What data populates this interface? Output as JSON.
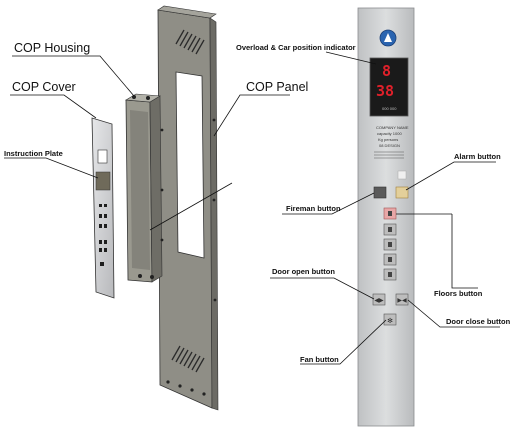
{
  "labels": {
    "cop_housing": "COP Housing",
    "cop_cover": "COP Cover",
    "cop_panel": "COP Panel",
    "instruction_plate": "Instruction Plate",
    "overload_indicator": "Overload & Car position indicator",
    "alarm_button": "Alarm button",
    "fireman_button": "Fireman button",
    "door_open_button": "Door open button",
    "floors_button": "Floors button",
    "door_close_button": "Door close button",
    "fan_button": "Fan button"
  },
  "display": {
    "digit_top": "8",
    "digit_bottom": "38",
    "footer": "000 000"
  },
  "panel_text": {
    "line1": "COMPANY NAME",
    "line2": "capacity 1000",
    "line3": "Kg  persons",
    "line4": "08  DESIGN"
  },
  "colors": {
    "panel_steel": "#cfd1d3",
    "display_bg": "#1a1a1a",
    "digit_red": "#e0202a",
    "button_active": "#e8a7a7"
  }
}
